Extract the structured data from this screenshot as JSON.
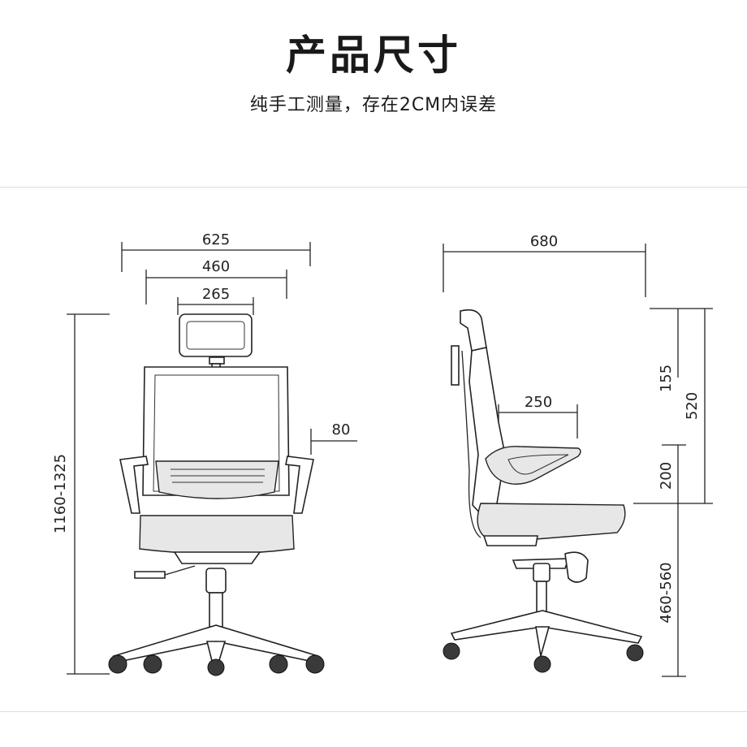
{
  "header": {
    "title": "产品尺寸",
    "subtitle": "纯手工测量，存在2CM内误差"
  },
  "front_view": {
    "total_width": "625",
    "back_width": "460",
    "headrest_width": "265",
    "armrest_offset": "80",
    "total_height": "1160-1325"
  },
  "side_view": {
    "depth": "680",
    "headrest_height": "155",
    "backrest_height": "520",
    "seat_depth": "250",
    "armrest_height": "200",
    "seat_height": "460-560"
  }
}
